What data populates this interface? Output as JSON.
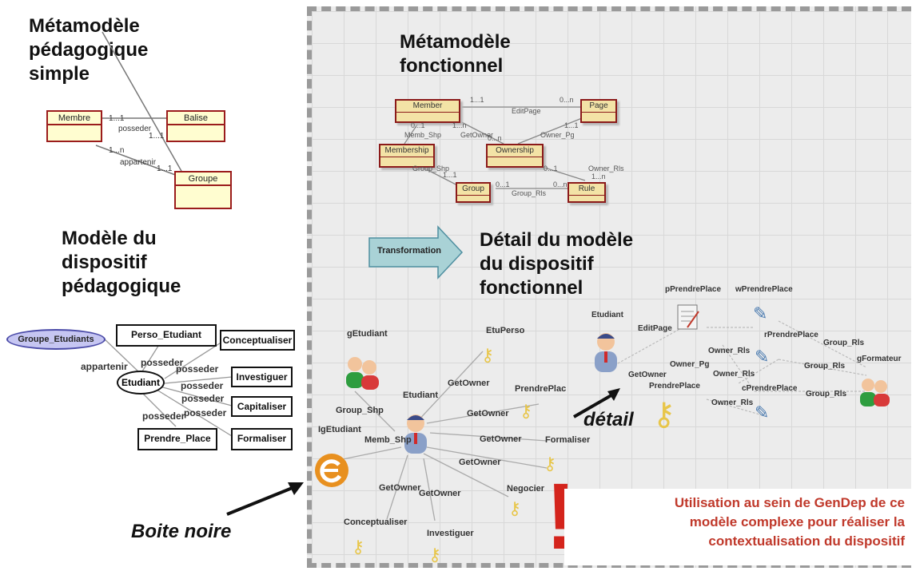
{
  "titles": {
    "meta_ped": "Métamodèle\npédagogique\nsimple",
    "modele_disp": "Modèle du\ndispositif\npédagogique",
    "meta_fonc": "Métamodèle\nfonctionnel",
    "detail": "Détail du modèle\ndu dispositif\nfonctionnel"
  },
  "meta_ped": {
    "classes": [
      "Membre",
      "Balise",
      "Groupe"
    ],
    "labels": [
      "1...1",
      "posseder",
      "1...1",
      "1...n",
      "appartenir",
      "1...1"
    ]
  },
  "modele_disp": {
    "nodes": [
      "Groupe_Etudiants",
      "Perso_Etudiant",
      "Conceptualiser",
      "Etudiant",
      "Investiguer",
      "Capitaliser",
      "Prendre_Place",
      "Formaliser"
    ],
    "edge_labels": [
      "appartenir",
      "posseder",
      "posseder",
      "posseder",
      "posseder",
      "posseder",
      "posseder"
    ]
  },
  "meta_fonc": {
    "classes": [
      "Member",
      "Page",
      "Membership",
      "Ownership",
      "Group",
      "Rule"
    ],
    "labels": [
      "1...1",
      "EditPage",
      "0...n",
      "0...1",
      "Memb_Shp",
      "1...n",
      "GetOwner",
      "Owner_Pg",
      "1...1",
      "0...n",
      "Group_Shp",
      "1...1",
      "0...1",
      "Owner_Rls",
      "1...n",
      "0...1",
      "Group_Rls",
      "0...n"
    ]
  },
  "transformation": "Transformation",
  "detail_graph": {
    "labels": [
      "gEtudiant",
      "EtuPerso",
      "Etudiant",
      "GetOwner",
      "PrendrePlac",
      "GetOwner",
      "Group_Shp",
      "IgEtudiant",
      "Memb_Shp",
      "GetOwner",
      "Formaliser",
      "GetOwner",
      "Negocier",
      "GetOwner",
      "GetOwner",
      "Conceptualiser",
      "Investiguer"
    ],
    "right_labels": [
      "pPrendrePlace",
      "wPrendrePlace",
      "Etudiant",
      "EditPage",
      "rPrendrePlace",
      "Group_Rls",
      "gFormateur",
      "Owner_Rls",
      "Owner_Pg",
      "Group_Rls",
      "Owner_Rls",
      "GetOwner",
      "PrendrePlace",
      "cPrendrePlace",
      "Group_Rls",
      "Owner_Rls"
    ]
  },
  "detail_label": "détail",
  "boite_noire": "Boite noire",
  "exclamation": "!",
  "note": "Utilisation au sein de GenDep de ce\nmodèle complexe pour réaliser la\ncontextualisation du dispositif",
  "colors": {
    "accent_red": "#d4241c",
    "note_red": "#c0392b",
    "transformation_fill": "#a9d2d6"
  }
}
